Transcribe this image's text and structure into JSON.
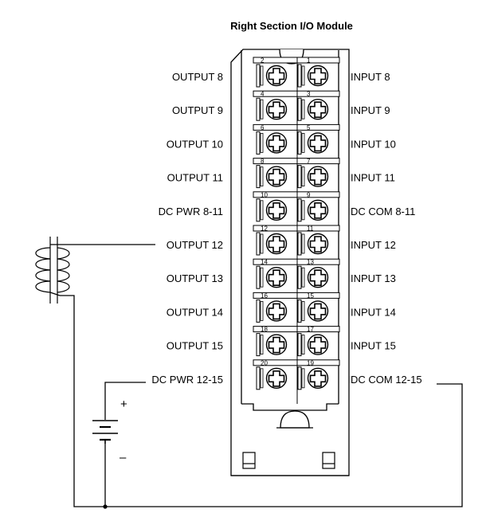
{
  "title": "Right Section I/O Module",
  "rows": [
    {
      "left_num": "2",
      "right_num": "1",
      "left_label": "OUTPUT 8",
      "right_label": "INPUT 8"
    },
    {
      "left_num": "4",
      "right_num": "3",
      "left_label": "OUTPUT 9",
      "right_label": "INPUT 9"
    },
    {
      "left_num": "6",
      "right_num": "5",
      "left_label": "OUTPUT 10",
      "right_label": "INPUT 10"
    },
    {
      "left_num": "8",
      "right_num": "7",
      "left_label": "OUTPUT 11",
      "right_label": "INPUT 11"
    },
    {
      "left_num": "10",
      "right_num": "9",
      "left_label": "DC PWR 8-11",
      "right_label": "DC COM 8-11"
    },
    {
      "left_num": "12",
      "right_num": "11",
      "left_label": "OUTPUT 12",
      "right_label": "INPUT 12"
    },
    {
      "left_num": "14",
      "right_num": "13",
      "left_label": "OUTPUT 13",
      "right_label": "INPUT 13"
    },
    {
      "left_num": "16",
      "right_num": "15",
      "left_label": "OUTPUT 14",
      "right_label": "INPUT 14"
    },
    {
      "left_num": "18",
      "right_num": "17",
      "left_label": "OUTPUT 15",
      "right_label": "INPUT 15"
    },
    {
      "left_num": "20",
      "right_num": "19",
      "left_label": "DC PWR 12-15",
      "right_label": "DC COM 12-15"
    }
  ],
  "battery": {
    "plus": "+",
    "minus": "–"
  },
  "line_color": "#000000"
}
